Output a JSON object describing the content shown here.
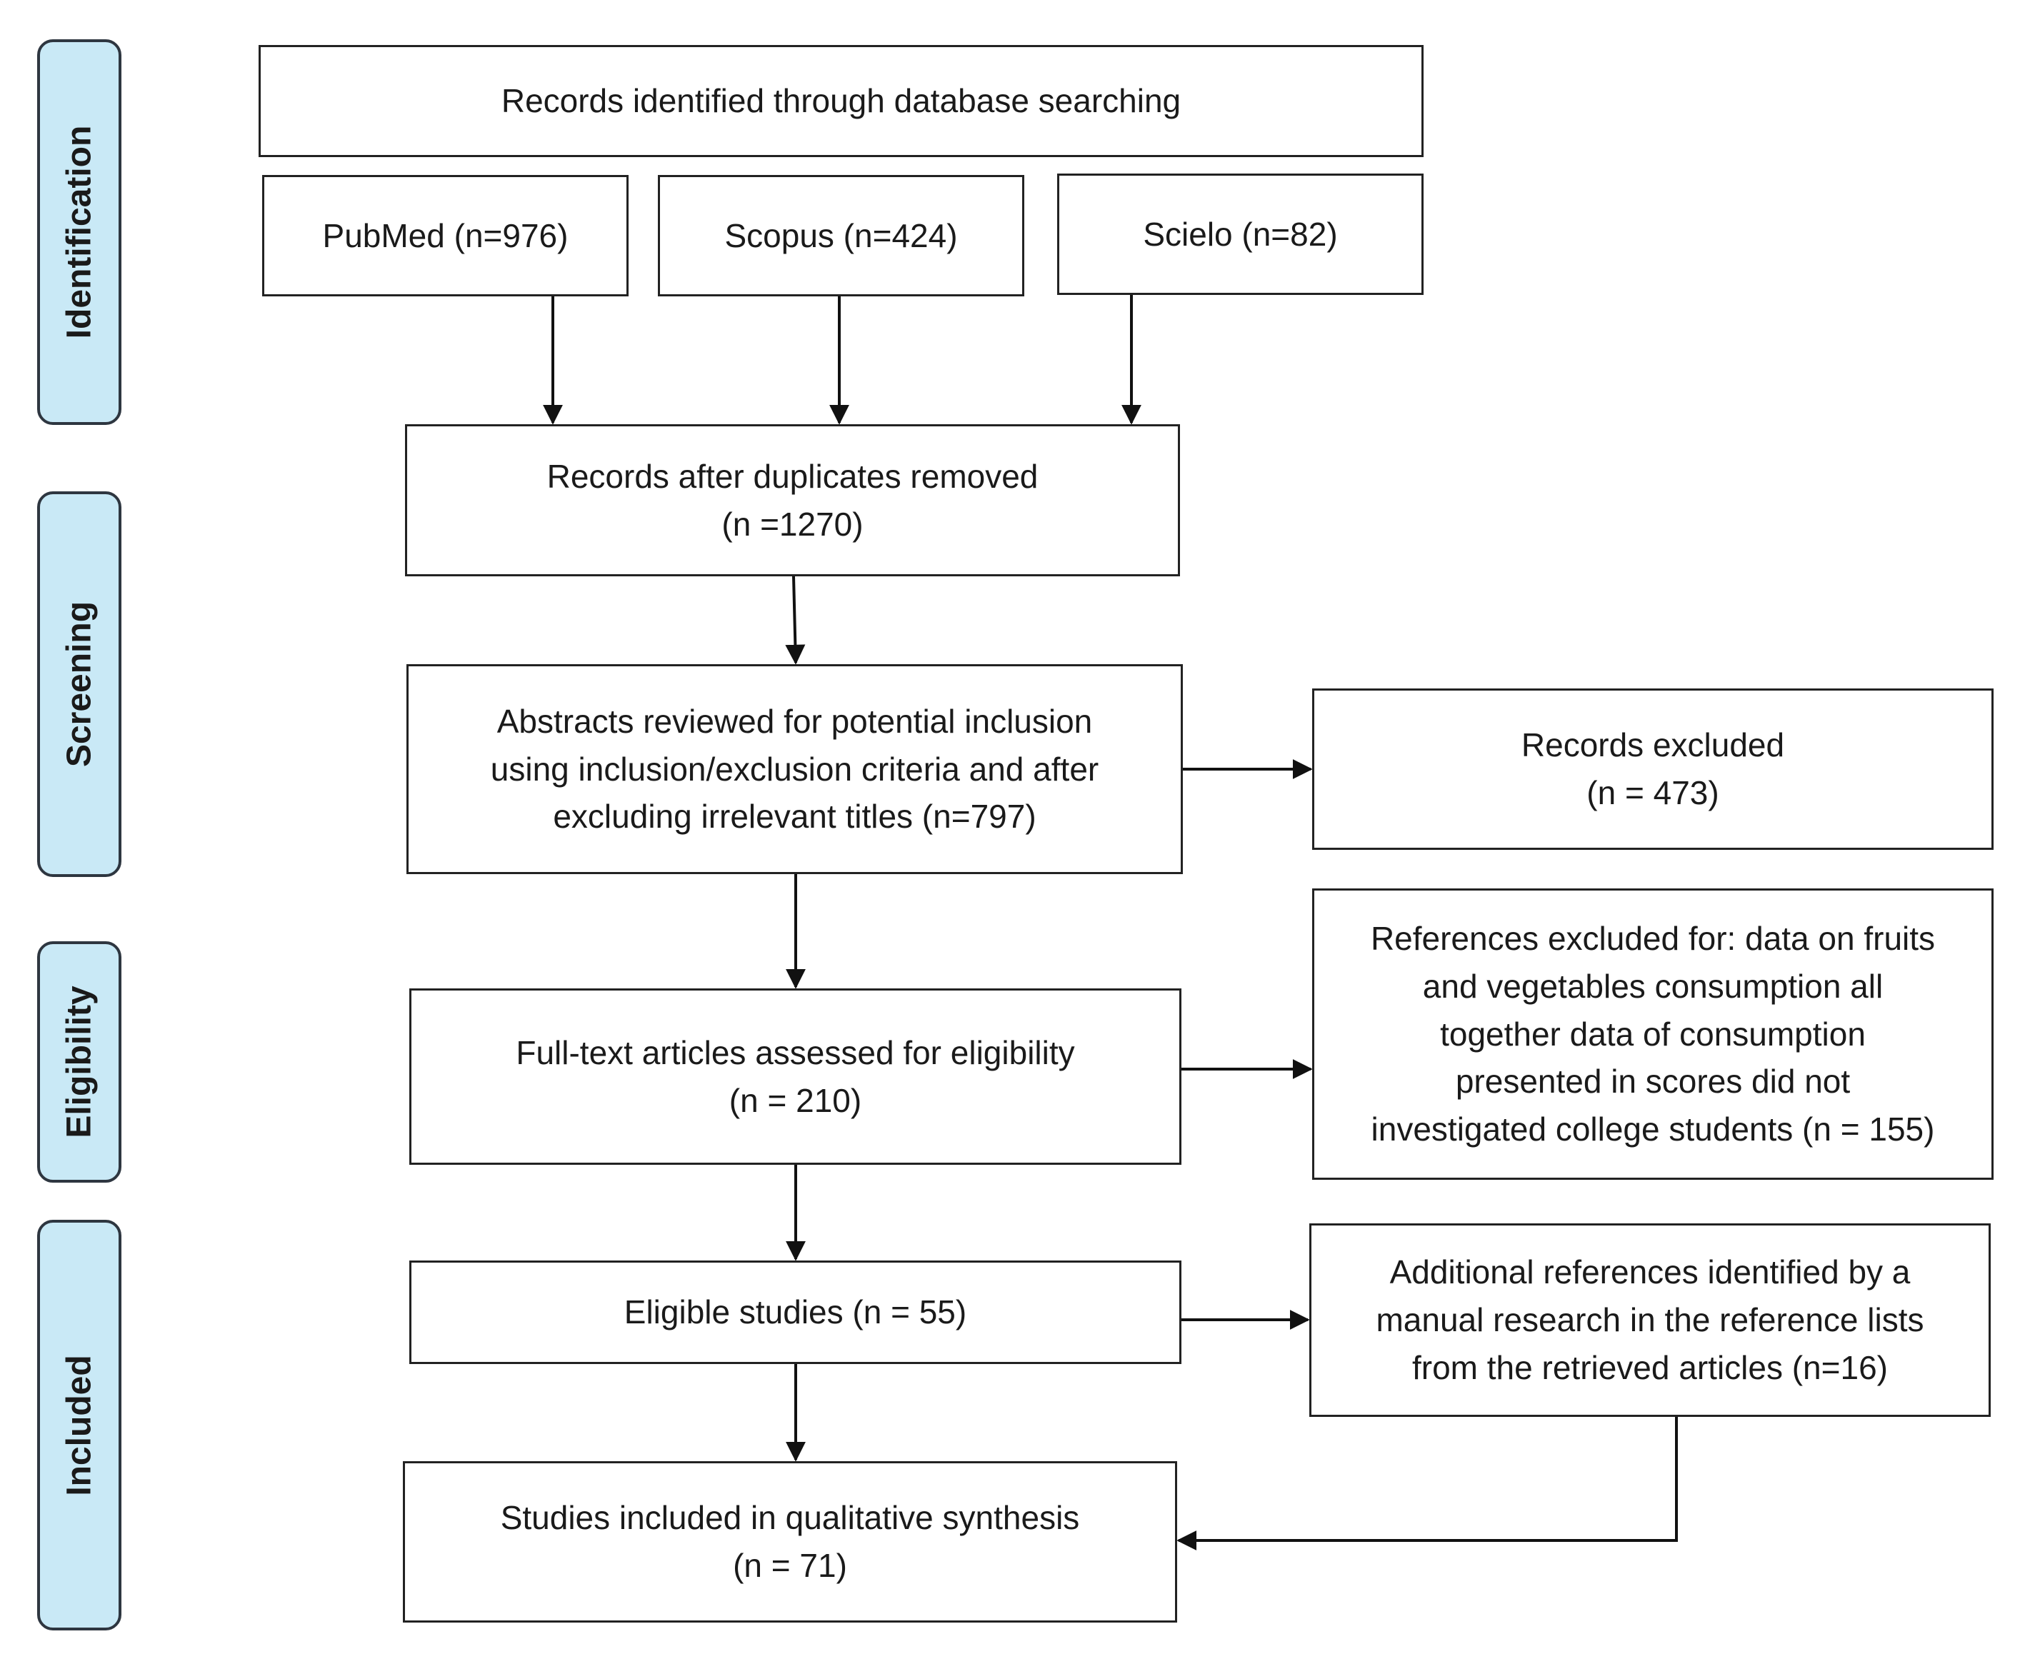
{
  "phases": {
    "identification": "Identification",
    "screening": "Screening",
    "eligibility": "Eligibility",
    "included": "Included"
  },
  "boxes": {
    "records_identified": "Records identified through database searching",
    "pubmed": "PubMed (n=976)",
    "scopus": "Scopus (n=424)",
    "scielo": "Scielo (n=82)",
    "duplicates_removed": {
      "line1": "Records after duplicates removed",
      "line2": "(n =1270)"
    },
    "abstracts_reviewed": {
      "line1": "Abstracts reviewed for potential inclusion",
      "line2": "using inclusion/exclusion criteria and after",
      "line3": "excluding irrelevant titles (n=797)"
    },
    "records_excluded": {
      "line1": "Records excluded",
      "line2": "(n = 473)"
    },
    "fulltext_assessed": {
      "line1": "Full-text articles assessed for eligibility",
      "line2": "(n = 210)"
    },
    "references_excluded": {
      "line1": "References excluded for: data on fruits",
      "line2": "and vegetables consumption all",
      "line3": "together data of consumption",
      "line4": "presented in scores did not",
      "line5": "investigated college students (n = 155)"
    },
    "eligible_studies": "Eligible studies (n = 55)",
    "additional_references": {
      "line1": "Additional references identified by a",
      "line2": "manual research in the reference lists",
      "line3": "from the retrieved articles (n=16)"
    },
    "included_synthesis": {
      "line1": "Studies included in qualitative synthesis",
      "line2": "(n = 71)"
    }
  },
  "colors": {
    "phase_fill": "#c9e9f6",
    "phase_border": "#2e3640",
    "box_border": "#222222",
    "arrow": "#111111"
  }
}
